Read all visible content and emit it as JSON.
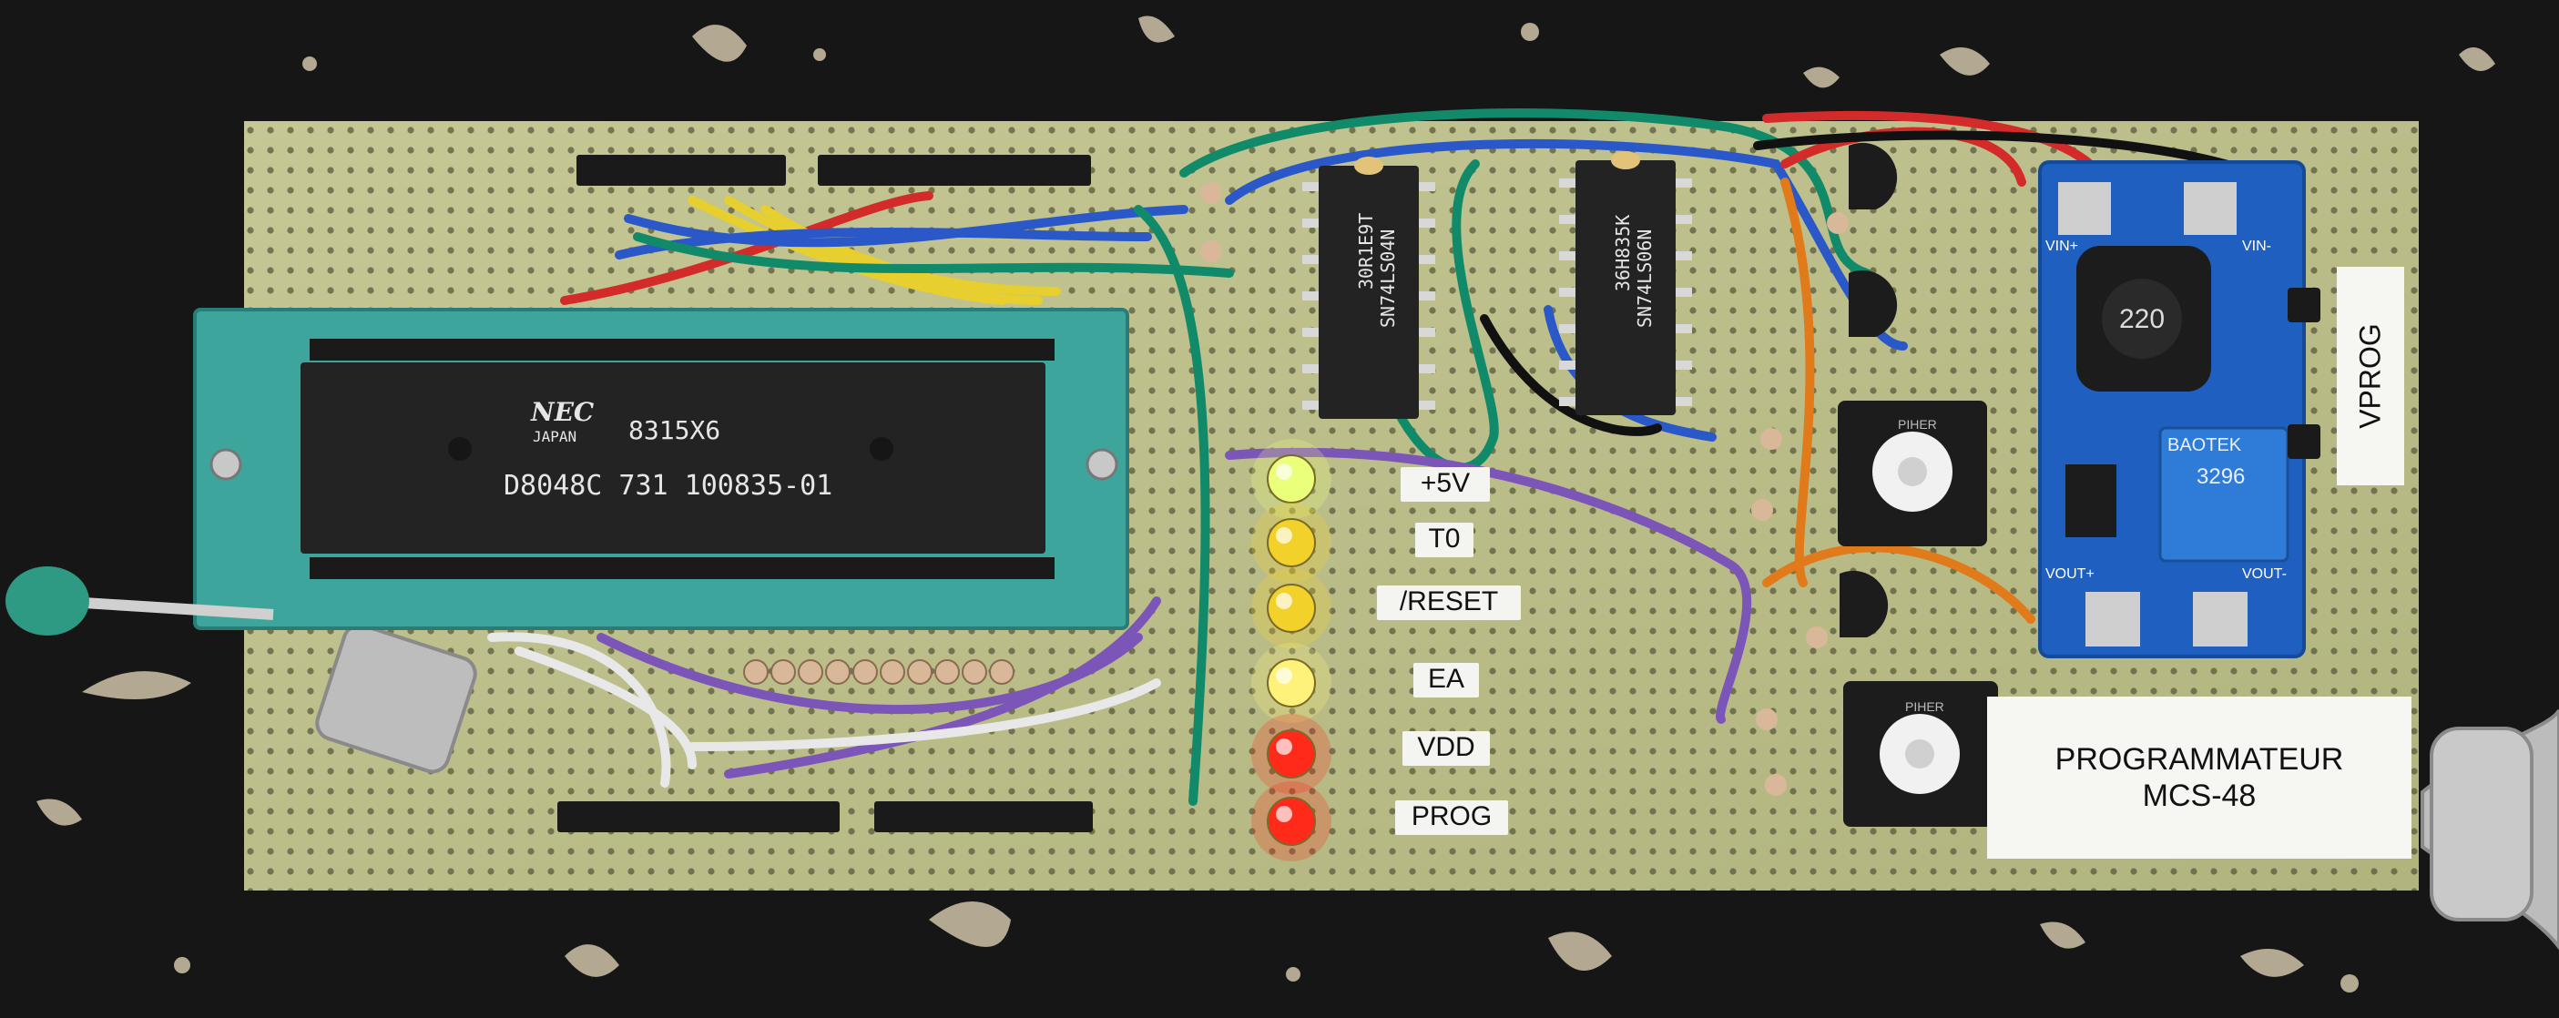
{
  "board": {
    "title_line1": "PROGRAMMATEUR",
    "title_line2": "MCS-48",
    "vprog_label": "VPROG"
  },
  "led_labels": [
    "+5V",
    "T0",
    "/RESET",
    "EA",
    "VDD",
    "PROG"
  ],
  "led_colors": [
    "#eaff7a",
    "#f2d22a",
    "#f2d22a",
    "#fff27a",
    "#ff2a1a",
    "#ff2a1a"
  ],
  "cpu_chip": {
    "brand": "NEC",
    "origin": "JAPAN",
    "date_code": "8315X6",
    "part_number": "D8048C 731 100835-01"
  },
  "logic_chips": [
    {
      "line1": "30R1E9T",
      "line2": "SN74LS04N"
    },
    {
      "line1": "36H835K",
      "line2": "SN74LS06N"
    }
  ],
  "boost_module": {
    "brand": "BAOTEK",
    "trimmer_code": "3296",
    "inductor_marking": "220",
    "pad_vin_plus": "VIN+",
    "pad_vin_minus": "VIN-",
    "pad_vout_plus": "VOUT+",
    "pad_vout_minus": "VOUT-"
  },
  "potentiometer_brand": "PIHER"
}
